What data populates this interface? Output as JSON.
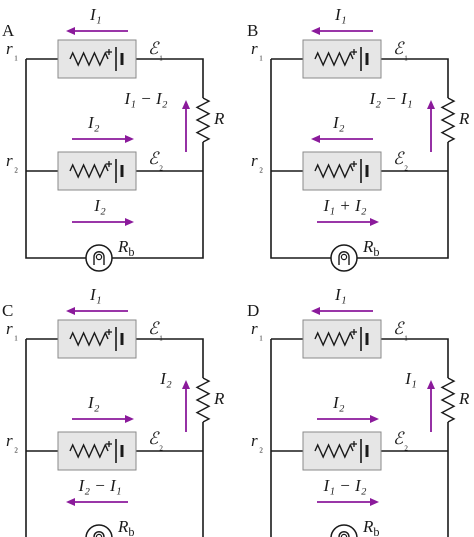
{
  "colors": {
    "current_arrow": "#8b1a9b",
    "component_box": "#e6e6e6",
    "wire": "#1a1a1a"
  },
  "panels": [
    {
      "letter": "A",
      "top_current": "I₁",
      "mid_current": "I₂",
      "right_current": "I₁ − I₂",
      "right_arrow_dir": "up",
      "bottom_current": "I₂",
      "bottom_arrow_dir": "right",
      "r1": "r₁",
      "emf1": "ℰ₁",
      "r2": "r₂",
      "emf2": "ℰ₂",
      "R": "R",
      "Rb": "R_b"
    },
    {
      "letter": "B",
      "top_current": "I₁",
      "mid_current": "I₂",
      "mid_arrow_dir": "left",
      "right_current": "I₂ − I₁",
      "right_arrow_dir": "up",
      "bottom_current": "I₁ + I₂",
      "bottom_arrow_dir": "right",
      "r1": "r₁",
      "emf1": "ℰ₁",
      "r2": "r₂",
      "emf2": "ℰ₂",
      "R": "R",
      "Rb": "R_b"
    },
    {
      "letter": "C",
      "top_current": "I₁",
      "mid_current": "I₂",
      "right_current": "I₂",
      "right_arrow_dir": "up",
      "bottom_current": "I₂ − I₁",
      "bottom_arrow_dir": "left",
      "r1": "r₁",
      "emf1": "ℰ₁",
      "r2": "r₂",
      "emf2": "ℰ₂",
      "R": "R",
      "Rb": "R_b"
    },
    {
      "letter": "D",
      "top_current": "I₁",
      "mid_current": "I₂",
      "right_current": "I₁",
      "right_arrow_dir": "up",
      "bottom_current": "I₁ − I₂",
      "bottom_arrow_dir": "right",
      "r1": "r₁",
      "emf1": "ℰ₁",
      "r2": "r₂",
      "emf2": "ℰ₂",
      "R": "R",
      "Rb": "R_b"
    }
  ]
}
